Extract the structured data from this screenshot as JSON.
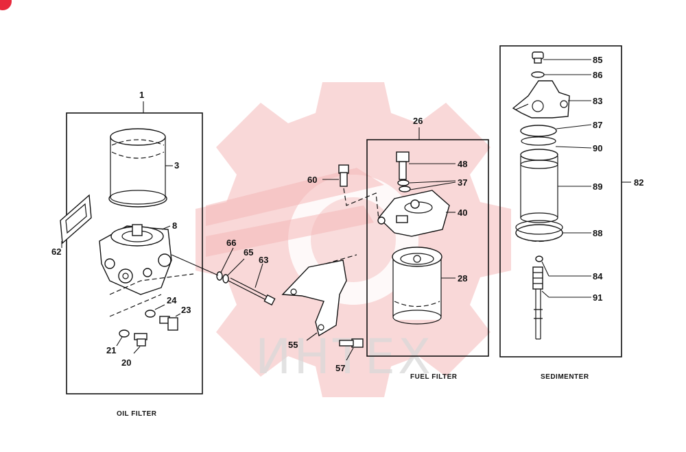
{
  "watermark": {
    "text": "ИНТЕХ",
    "gear_color": "#f4b8b8"
  },
  "groups": {
    "oil_filter": {
      "number": "1",
      "caption": "OIL FILTER"
    },
    "fuel_filter": {
      "number": "26",
      "caption": "FUEL FILTER"
    },
    "sedimenter": {
      "number": "82",
      "caption": "SEDIMENTER"
    }
  },
  "callouts": [
    {
      "id": "3",
      "label": "3"
    },
    {
      "id": "8",
      "label": "8"
    },
    {
      "id": "62",
      "label": "62"
    },
    {
      "id": "24",
      "label": "24"
    },
    {
      "id": "23",
      "label": "23"
    },
    {
      "id": "21",
      "label": "21"
    },
    {
      "id": "20",
      "label": "20"
    },
    {
      "id": "66",
      "label": "66"
    },
    {
      "id": "65",
      "label": "65"
    },
    {
      "id": "63",
      "label": "63"
    },
    {
      "id": "60",
      "label": "60"
    },
    {
      "id": "48",
      "label": "48"
    },
    {
      "id": "37",
      "label": "37"
    },
    {
      "id": "40",
      "label": "40"
    },
    {
      "id": "28",
      "label": "28"
    },
    {
      "id": "55",
      "label": "55"
    },
    {
      "id": "57",
      "label": "57"
    },
    {
      "id": "85",
      "label": "85"
    },
    {
      "id": "86",
      "label": "86"
    },
    {
      "id": "83",
      "label": "83"
    },
    {
      "id": "87",
      "label": "87"
    },
    {
      "id": "90",
      "label": "90"
    },
    {
      "id": "89",
      "label": "89"
    },
    {
      "id": "88",
      "label": "88"
    },
    {
      "id": "84",
      "label": "84"
    },
    {
      "id": "91",
      "label": "91"
    }
  ]
}
